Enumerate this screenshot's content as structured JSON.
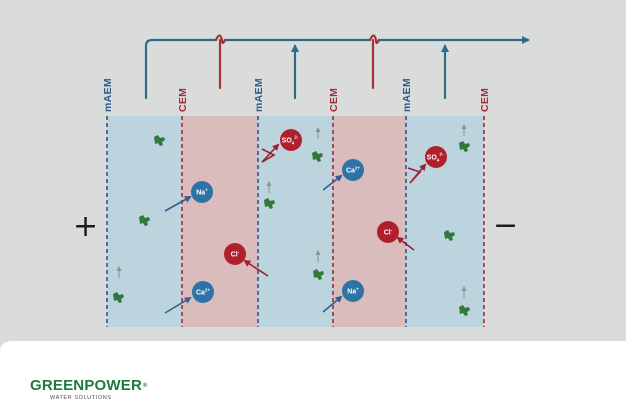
{
  "membranes": [
    "mAEM",
    "CEM",
    "mAEM",
    "CEM",
    "mAEM",
    "CEM"
  ],
  "electrodes": {
    "anode": "+",
    "cathode": "−"
  },
  "ions": [
    {
      "label": "Na",
      "charge": "+",
      "color": "#2d73a6"
    },
    {
      "label": "Ca",
      "charge": "2+",
      "color": "#2d73a6"
    },
    {
      "label": "Cl",
      "charge": "-",
      "color": "#b0202c"
    },
    {
      "label": "SO",
      "sub": "4",
      "charge": "2-",
      "color": "#b0202c"
    },
    {
      "label": "Ca",
      "charge": "2+",
      "color": "#2d73a6"
    },
    {
      "label": "Na",
      "charge": "+",
      "color": "#2d73a6"
    },
    {
      "label": "Cl",
      "charge": "-",
      "color": "#b0202c"
    },
    {
      "label": "SO",
      "sub": "4",
      "charge": "2-",
      "color": "#b0202c"
    }
  ],
  "colors": {
    "dilute_channel": "#bcd4de",
    "concentrate_channel": "#dbbcbd",
    "membrane_line": "#3a4f8c",
    "flow_pipe": "#2d6c86",
    "concentrate_pipe": "#a8303a",
    "brand_green": "#1d7a3c"
  },
  "logo": {
    "brand": "GREENPOWER",
    "mark": "®",
    "tagline": "WATER SOLUTIONS"
  }
}
